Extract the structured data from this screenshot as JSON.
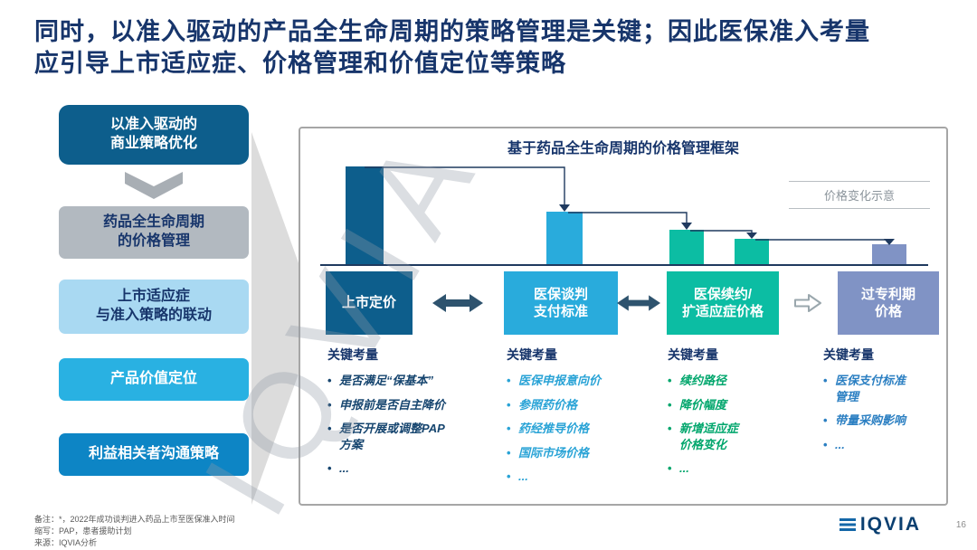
{
  "slide": {
    "title": "同时，以准入驱动的产品全生命周期的策略管理是关键；因此医保准入考量\n应引导上市适应症、价格管理和价值定位等策略",
    "watermark": "IQVIA",
    "page_number": "16",
    "logo_text": "IQVIA"
  },
  "sidebar": {
    "items": [
      {
        "label": "以准入驱动的\n商业策略优化"
      },
      {
        "label": "药品全生命周期\n的价格管理"
      },
      {
        "label": "上市适应症\n与准入策略的联动"
      },
      {
        "label": "产品价值定位"
      },
      {
        "label": "利益相关者沟通策略"
      }
    ]
  },
  "panel": {
    "title": "基于药品全生命周期的价格管理框架",
    "price_note": "价格变化示意",
    "considerations_label": "关键考量",
    "stages": [
      {
        "name": "上市定价",
        "bullets": [
          "是否满足“保基本”",
          "申报前是否自主降价",
          "是否开展或调整PAP\n方案",
          "..."
        ]
      },
      {
        "name": "医保谈判\n支付标准",
        "bullets": [
          "医保申报意向价",
          "参照药价格",
          "药经推导价格",
          "国际市场价格",
          "..."
        ]
      },
      {
        "name": "医保续约/\n扩适应症价格",
        "bullets": [
          "续约路径",
          "降价幅度",
          "新增适应症\n价格变化",
          "..."
        ]
      },
      {
        "name": "过专利期\n价格",
        "bullets": [
          "医保支付标准\n管理",
          "带量采购影响",
          "..."
        ]
      }
    ],
    "bars": [
      {
        "stage": "上市定价",
        "relative_height": 108
      },
      {
        "stage": "医保谈判支付标准",
        "relative_height": 58
      },
      {
        "stage": "医保续约",
        "relative_height": 38
      },
      {
        "stage": "扩适应症价格",
        "relative_height": 28
      },
      {
        "stage": "过专利期价格",
        "relative_height": 22
      }
    ]
  },
  "footer": {
    "notes": [
      "备注：*，2022年成功谈判进入药品上市至医保准入时间",
      "缩写：PAP，患者援助计划",
      "来源：IQVIA分析"
    ]
  },
  "colors": {
    "title_navy": "#17356b",
    "dark_blue": "#0d5e8c",
    "cyan": "#29abdc",
    "light_blue": "#a9d9f2",
    "gray": "#b2b9c0",
    "mid_blue": "#0d85c5",
    "teal": "#0cbda3",
    "gray_blue": "#8093c5",
    "green_text": "#00a66c",
    "blue_text": "#2b7fc2"
  }
}
